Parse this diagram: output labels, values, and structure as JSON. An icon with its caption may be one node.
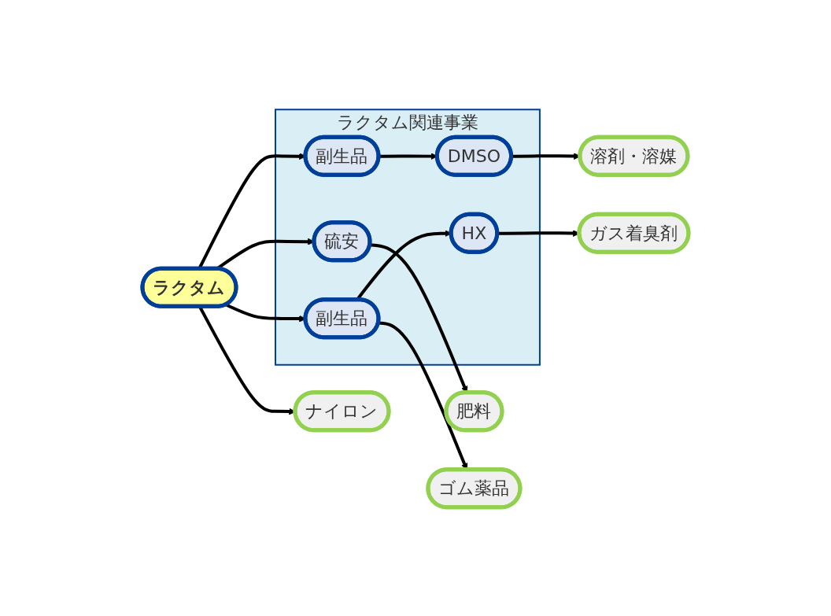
{
  "diagram": {
    "nodes": [
      {
        "text": [
          "ラクタム"
        ]
      },
      {
        "text": [
          "ナイロン"
        ]
      },
      {
        "text": [
          "ラクタム関連事業"
        ]
      },
      {
        "text": [
          "硫安"
        ],
        "in": 2
      },
      {
        "text": [
          "肥料"
        ]
      },
      {
        "text": [
          "副生品"
        ],
        "in": 2
      },
      {
        "text": [
          "DMSO"
        ],
        "in": 2
      },
      {
        "text": [
          "溶剤・溶媒"
        ]
      },
      {
        "text": [
          "副生品"
        ],
        "in": 2
      },
      {
        "text": [
          "ゴム薬品"
        ]
      },
      {
        "text": [
          "HX"
        ],
        "in": 2
      },
      {
        "text": [
          "ガス着臭剤"
        ]
      }
    ],
    "edges": [
      {
        "from": 0,
        "to": 1,
        "arrow": "to"
      },
      {
        "from": 0,
        "to": 3,
        "arrow": "to"
      },
      {
        "from": 0,
        "to": 5,
        "arrow": "to"
      },
      {
        "from": 0,
        "to": 8,
        "arrow": "to"
      },
      {
        "from": 3,
        "to": 4,
        "arrow": "to"
      },
      {
        "from": 5,
        "to": 6,
        "arrow": "to"
      },
      {
        "from": 6,
        "to": 7,
        "arrow": "to"
      },
      {
        "from": 8,
        "to": 9,
        "arrow": "to"
      },
      {
        "from": 8,
        "to": 10,
        "arrow": "to"
      },
      {
        "from": 10,
        "to": 11,
        "arrow": "to"
      }
    ]
  }
}
